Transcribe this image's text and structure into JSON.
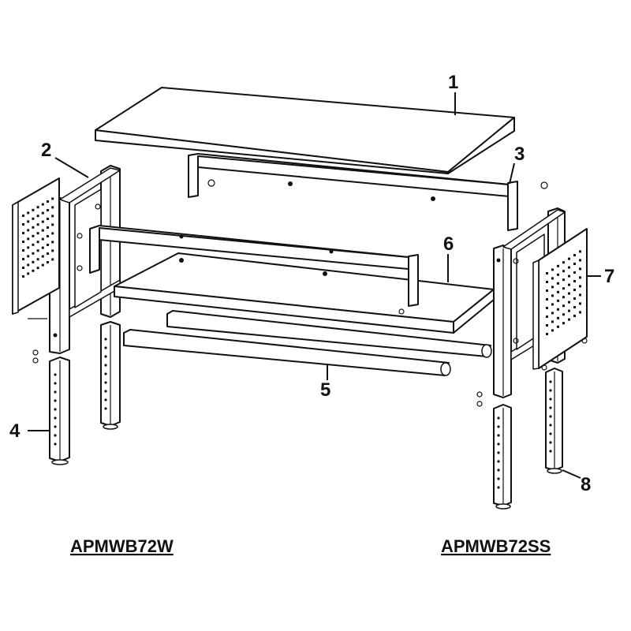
{
  "callouts": [
    {
      "number": "1"
    },
    {
      "number": "2"
    },
    {
      "number": "3"
    },
    {
      "number": "4"
    },
    {
      "number": "5"
    },
    {
      "number": "6"
    },
    {
      "number": "7"
    },
    {
      "number": "8"
    }
  ],
  "models": {
    "left": "APMWB72W",
    "right": "APMWB72SS"
  },
  "colors": {
    "stroke": "#111111",
    "fill": "#ffffff"
  }
}
